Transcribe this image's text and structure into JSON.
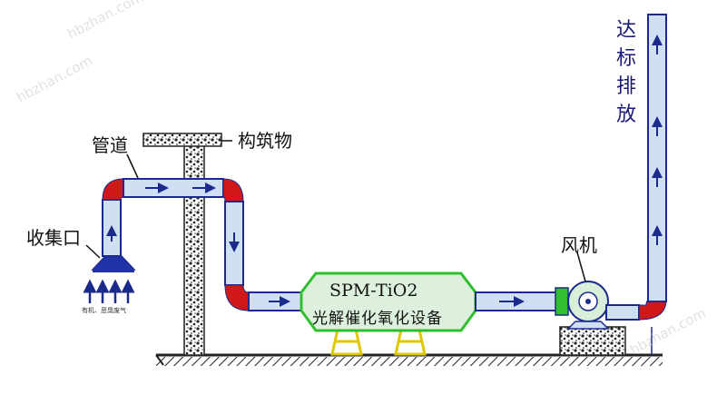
{
  "labels": {
    "pipe": "管道",
    "building": "构筑物",
    "collector": "收集口",
    "fan": "风机",
    "stack": "达标\n排放",
    "gas": "有机、恶臭废气",
    "device_model": "SPM-TiO2",
    "device_name": "光解催化氧化设备"
  },
  "colors": {
    "pipe_outline": "#1c2a8c",
    "pipe_fill": "#cfe0f5",
    "elbow": "#d01818",
    "device_fill": "#ddf0dd",
    "device_border": "#2fbf2f",
    "stand": "#f0e020",
    "ground": "#222222"
  },
  "watermarks": [
    "hbzhan.com",
    "hbzhan.com",
    "hbzhan.com"
  ]
}
